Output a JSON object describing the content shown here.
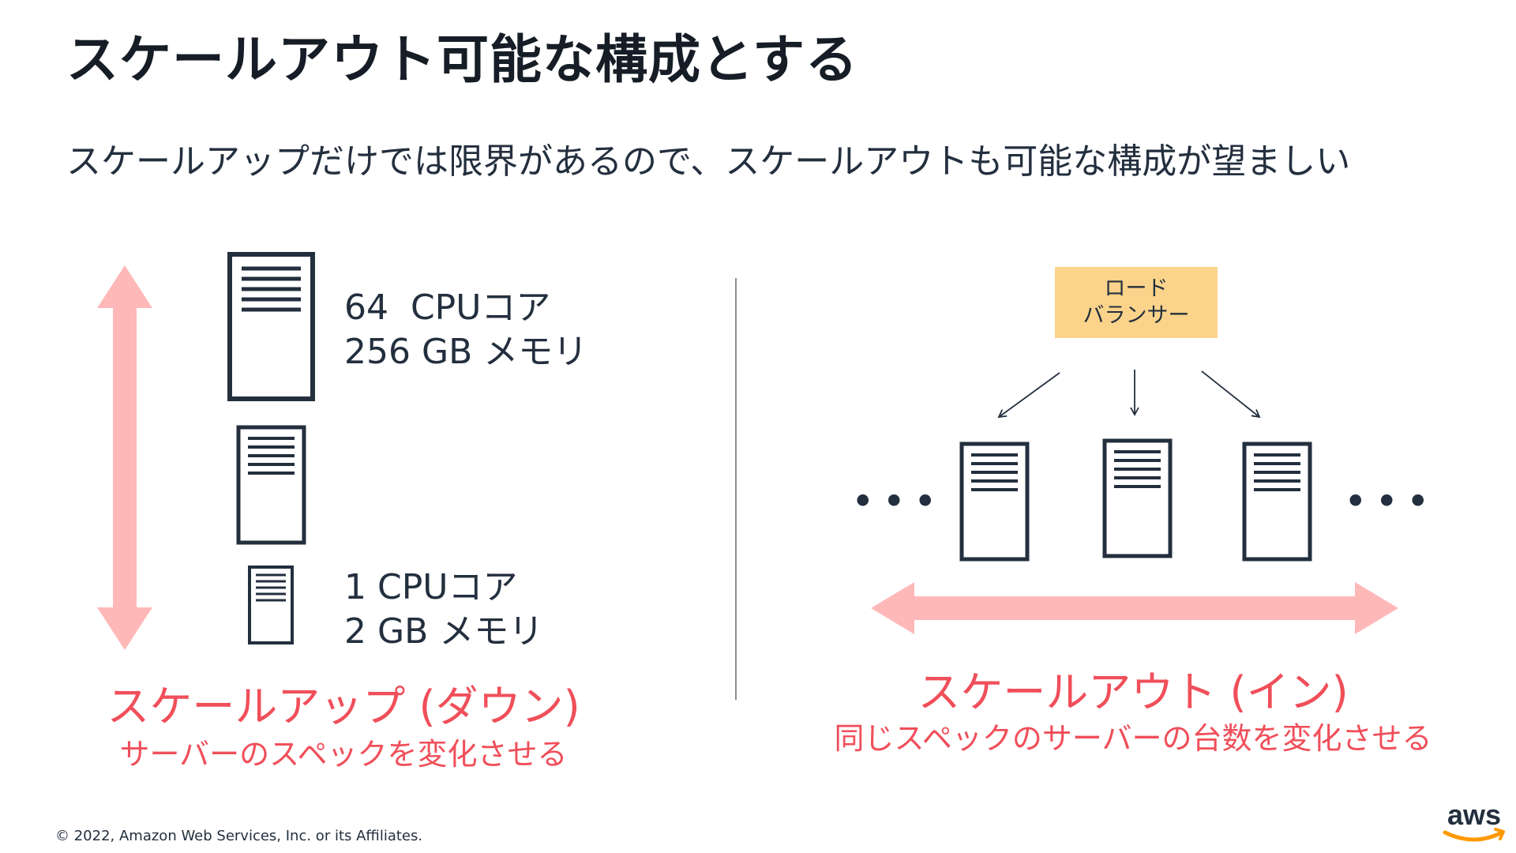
{
  "title": "スケールアウト可能な構成とする",
  "subtitle": "スケールアップだけでは限界があるので、スケールアウトも可能な構成が望ましい",
  "scale_up": {
    "large_spec": {
      "cpu": "64  CPUコア",
      "memory": "256 GB メモリ"
    },
    "small_spec": {
      "cpu": "1 CPUコア",
      "memory": "2 GB メモリ"
    },
    "label": "スケールアップ (ダウン)",
    "description": "サーバーのスペックを変化させる"
  },
  "scale_out": {
    "load_balancer": {
      "line1": "ロード",
      "line2": "バランサー"
    },
    "dots_left": "•••",
    "dots_right": "•••",
    "label": "スケールアウト (イン)",
    "description": "同じスペックのサーバーの台数を変化させる"
  },
  "footer": {
    "copyright": "© 2022, Amazon Web Services, Inc. or its Affiliates.",
    "logo": "aws"
  },
  "colors": {
    "accent": "#f04f5a",
    "arrow": "#ffb8b8",
    "load_balancer": "#fbd38a",
    "dark": "#232f3e",
    "aws_orange": "#ff9900"
  },
  "icons": [
    "server-icon",
    "double-arrow-vertical-icon",
    "double-arrow-horizontal-icon",
    "arrow-icon"
  ]
}
